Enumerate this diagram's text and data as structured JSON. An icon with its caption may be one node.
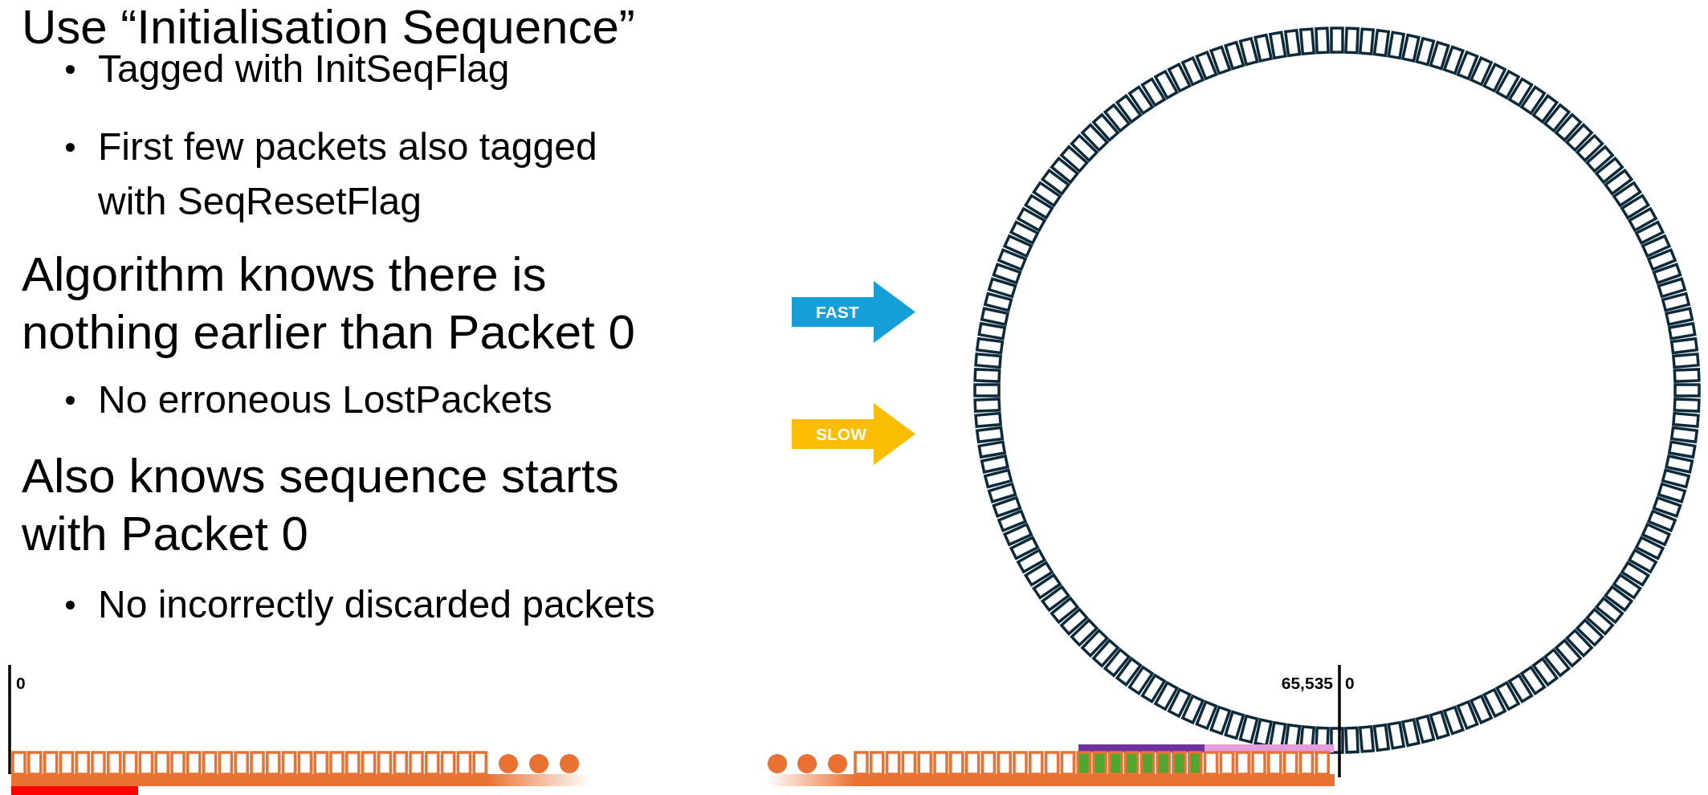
{
  "diagram": {
    "nodes": [
      {
        "text": [
          "FAST"
        ]
      },
      {
        "text": [
          "SLOW"
        ]
      }
    ],
    "labels": [
      "Use “Initialisation Sequence”",
      "Tagged with InitSeqFlag",
      "First few packets also tagged with SeqResetFlag",
      "Algorithm knows there is nothing earlier than Packet 0",
      "No erroneous LostPackets",
      "Also knows sequence starts with Packet 0",
      "No incorrectly discarded packets",
      "0",
      "65,535",
      "0"
    ]
  }
}
